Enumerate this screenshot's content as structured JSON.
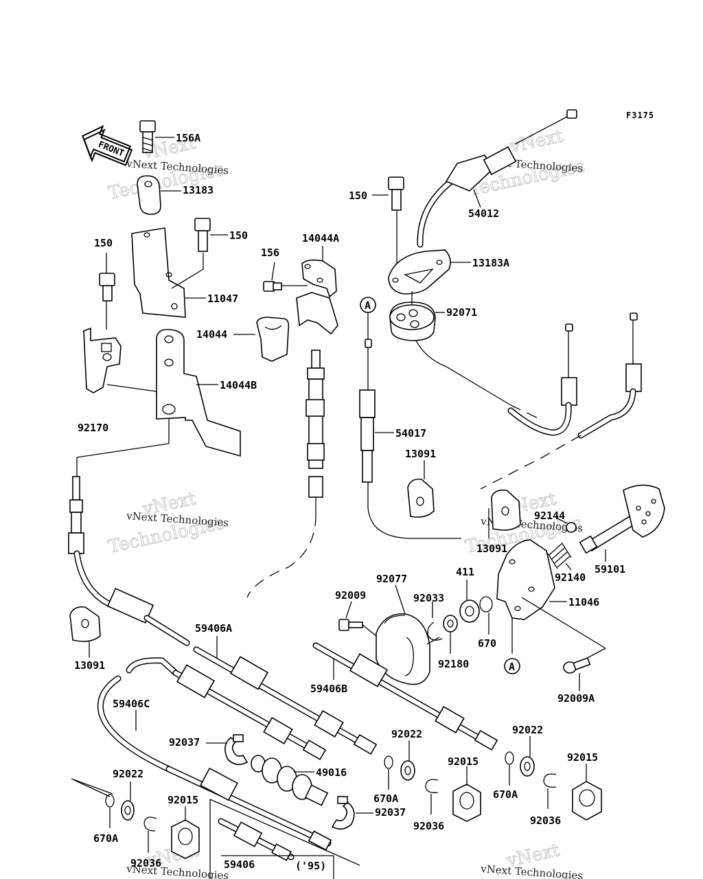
{
  "figure_code": "F3175",
  "front_label": "FRONT",
  "reference_marker": "A",
  "era_note": "('95)",
  "watermark": {
    "line1": "vNext",
    "line2": "Technologies",
    "caption": "vNext Technologies"
  },
  "parts": {
    "p156A": "156A",
    "p13183": "13183",
    "p150_upper": "150",
    "p150_left": "150",
    "p150_right": "150",
    "p11047": "11047",
    "p14044": "14044",
    "p14044A": "14044A",
    "p14044B": "14044B",
    "p156": "156",
    "p92170": "92170",
    "p54012": "54012",
    "p13183A": "13183A",
    "p92071": "92071",
    "p54017": "54017",
    "p13091_mid": "13091",
    "p13091_right": "13091",
    "p13091_left": "13091",
    "p92144": "92144",
    "p92140": "92140",
    "p59101": "59101",
    "p11046": "11046",
    "p411": "411",
    "p92077": "92077",
    "p92009": "92009",
    "p92033": "92033",
    "p670": "670",
    "p92180": "92180",
    "p92009A": "92009A",
    "p59406A": "59406A",
    "p59406B": "59406B",
    "p59406C": "59406C",
    "p59406": "59406",
    "p92037_upper": "92037",
    "p92037_lower": "92037",
    "p49016": "49016",
    "p92022_left": "92022",
    "p92022_mid": "92022",
    "p92022_right": "92022",
    "p670A_left": "670A",
    "p670A_mid": "670A",
    "p670A_right": "670A",
    "p92015_left": "92015",
    "p92015_mid": "92015",
    "p92015_right": "92015",
    "p92036_left": "92036",
    "p92036_mid": "92036",
    "p92036_right": "92036"
  }
}
